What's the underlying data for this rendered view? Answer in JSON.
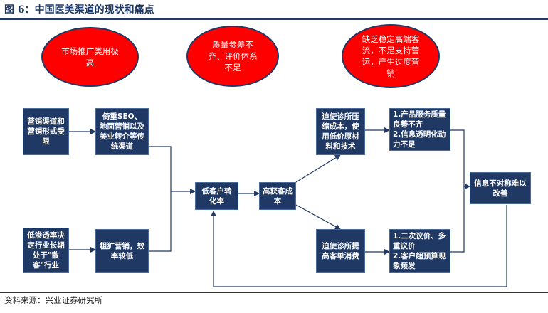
{
  "title": "图 6：中国医美渠道的现状和痛点",
  "circles": {
    "c1": "市场推广类用极高",
    "c2": "质量参差不齐、评价体系不足",
    "c3": "缺乏稳定高端客流，不足支持营运，产生过度营销"
  },
  "boxes": {
    "b1": "营销渠道和营销形式受限",
    "b2": "倚重SEO、地面营销以及美业转介等传统渠道",
    "b3": "低渗透率决定行业长期处于\"散客\"行业",
    "b4": "粗犷营销，效率较低",
    "b5": "低客户转化率",
    "b6": "高获客成本",
    "b7": "迫使诊所压缩成本，使用低价原材料和技术",
    "b8": "迫使诊所提高客单消费",
    "b9": "1.产品服务质量良莠不齐\n2.信息透明化动力不足",
    "b10": "1.二次议价、多重议价\n2.客户超预算现象频发",
    "b11": "信息不对称难以改善"
  },
  "source": "资料来源：兴业证券研究所",
  "colors": {
    "circle_fill": "#ff0000",
    "box_fill": "#1f3864",
    "line": "#1f3864"
  }
}
